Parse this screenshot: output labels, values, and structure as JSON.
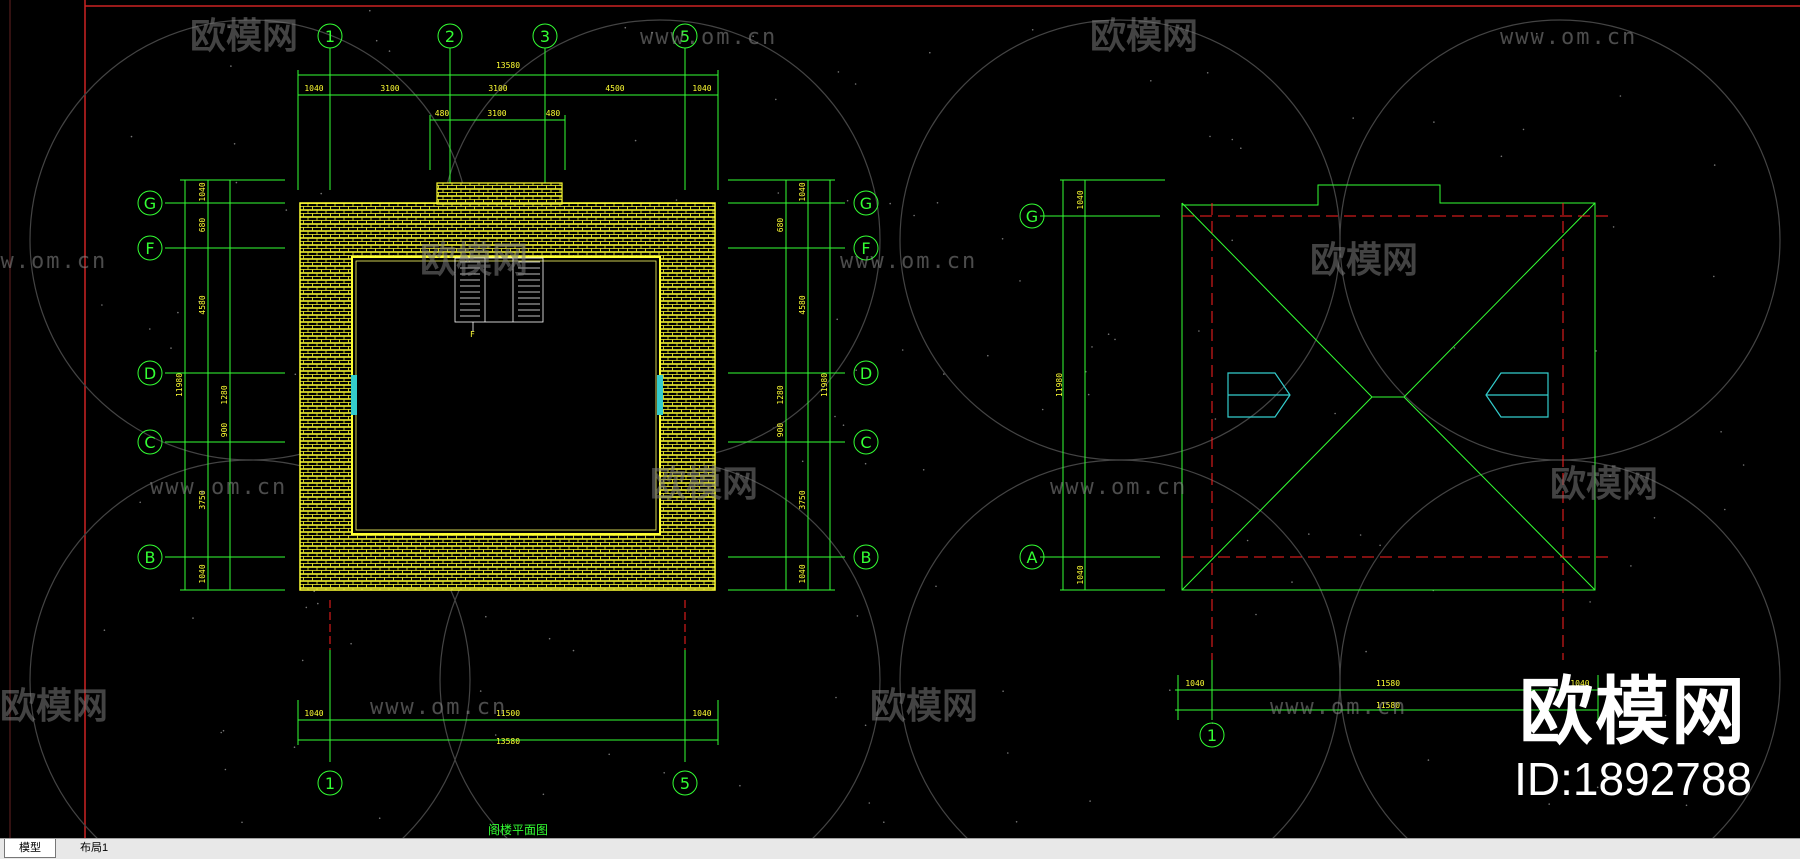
{
  "window": {
    "tabs": [
      {
        "label": "模型",
        "active": true
      },
      {
        "label": "布局1",
        "active": false
      }
    ]
  },
  "drawing": {
    "plan_title": "阁楼平面图",
    "left_plan": {
      "top_axes": [
        "1",
        "2",
        "3",
        "5"
      ],
      "bottom_axes": [
        "1",
        "5"
      ],
      "left_axes": [
        "G",
        "F",
        "D",
        "C",
        "B"
      ],
      "right_axes": [
        "G",
        "F",
        "D",
        "C",
        "B"
      ],
      "top_total": "13580",
      "top_segments": [
        "1040",
        "3100",
        "3100",
        "4500",
        "1040"
      ],
      "stair_dims": [
        "480",
        "3100",
        "480"
      ],
      "bottom_total": "13580",
      "bottom_segments": [
        "1040",
        "11500",
        "1040"
      ],
      "left_total": "11980",
      "left_segments": [
        "1040",
        "680",
        "4580",
        "1280",
        "900",
        "3750",
        "1040"
      ],
      "right_total": "11980",
      "right_segments": [
        "1040",
        "680",
        "4580",
        "1280",
        "900",
        "3750",
        "1040"
      ],
      "stair_marker": "F"
    },
    "right_plan": {
      "left_axes": [
        "G",
        "A"
      ],
      "bottom_axes": [
        "1"
      ],
      "left_total": "11980",
      "left_segments": [
        "1040",
        "1040"
      ],
      "bottom_total": "11580",
      "bottom_segments": [
        "1040",
        "11580",
        "1040"
      ]
    }
  },
  "watermarks": {
    "brand": "欧模网",
    "url": "www.om.cn",
    "id": "ID:1892788"
  },
  "colors": {
    "background": "#000000",
    "axis_green": "#33ff33",
    "wall_yellow": "#ffff33",
    "hidden_red": "#ff2020",
    "window_cyan": "#33cccc",
    "frame_red": "#cc2222"
  }
}
